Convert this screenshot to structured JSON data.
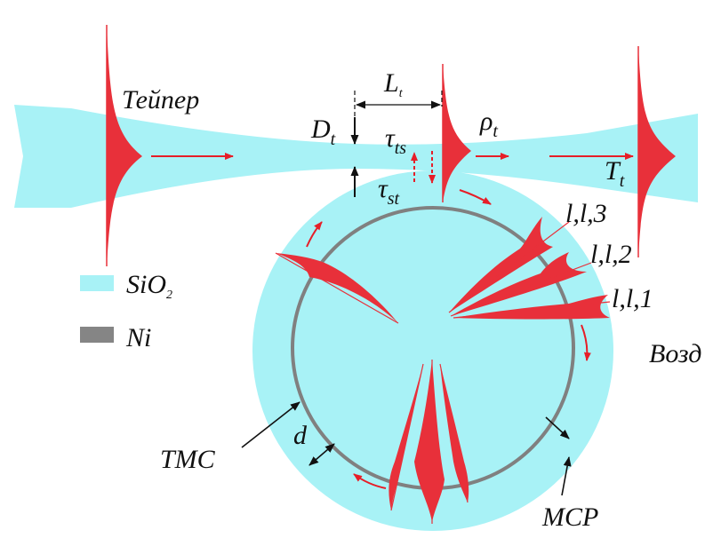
{
  "labels": {
    "taper": "Тейпер",
    "L": "L",
    "L_sub": "t",
    "D": "D",
    "D_sub": "t",
    "tau_ts": "τ",
    "tau_ts_sub": "ts",
    "tau_st": "τ",
    "tau_st_sub": "st",
    "rho": "ρ",
    "rho_sub": "t",
    "T": "T",
    "T_sub": "t",
    "mode3": "l,l,3",
    "mode2": "l,l,2",
    "mode1": "l,l,1",
    "air_cut": "Возд",
    "tmc": "TMC",
    "d": "d",
    "mcp": "MCP"
  },
  "legend": [
    {
      "text": "SiO",
      "sub": "2",
      "color": "#a8f2f6"
    },
    {
      "text": "Ni",
      "sub": "",
      "color": "#858585"
    }
  ],
  "colors": {
    "silica": "#a8f2f6",
    "nickel": "#808080",
    "pulse": "#e8303a",
    "arrow": "#e61e28"
  }
}
